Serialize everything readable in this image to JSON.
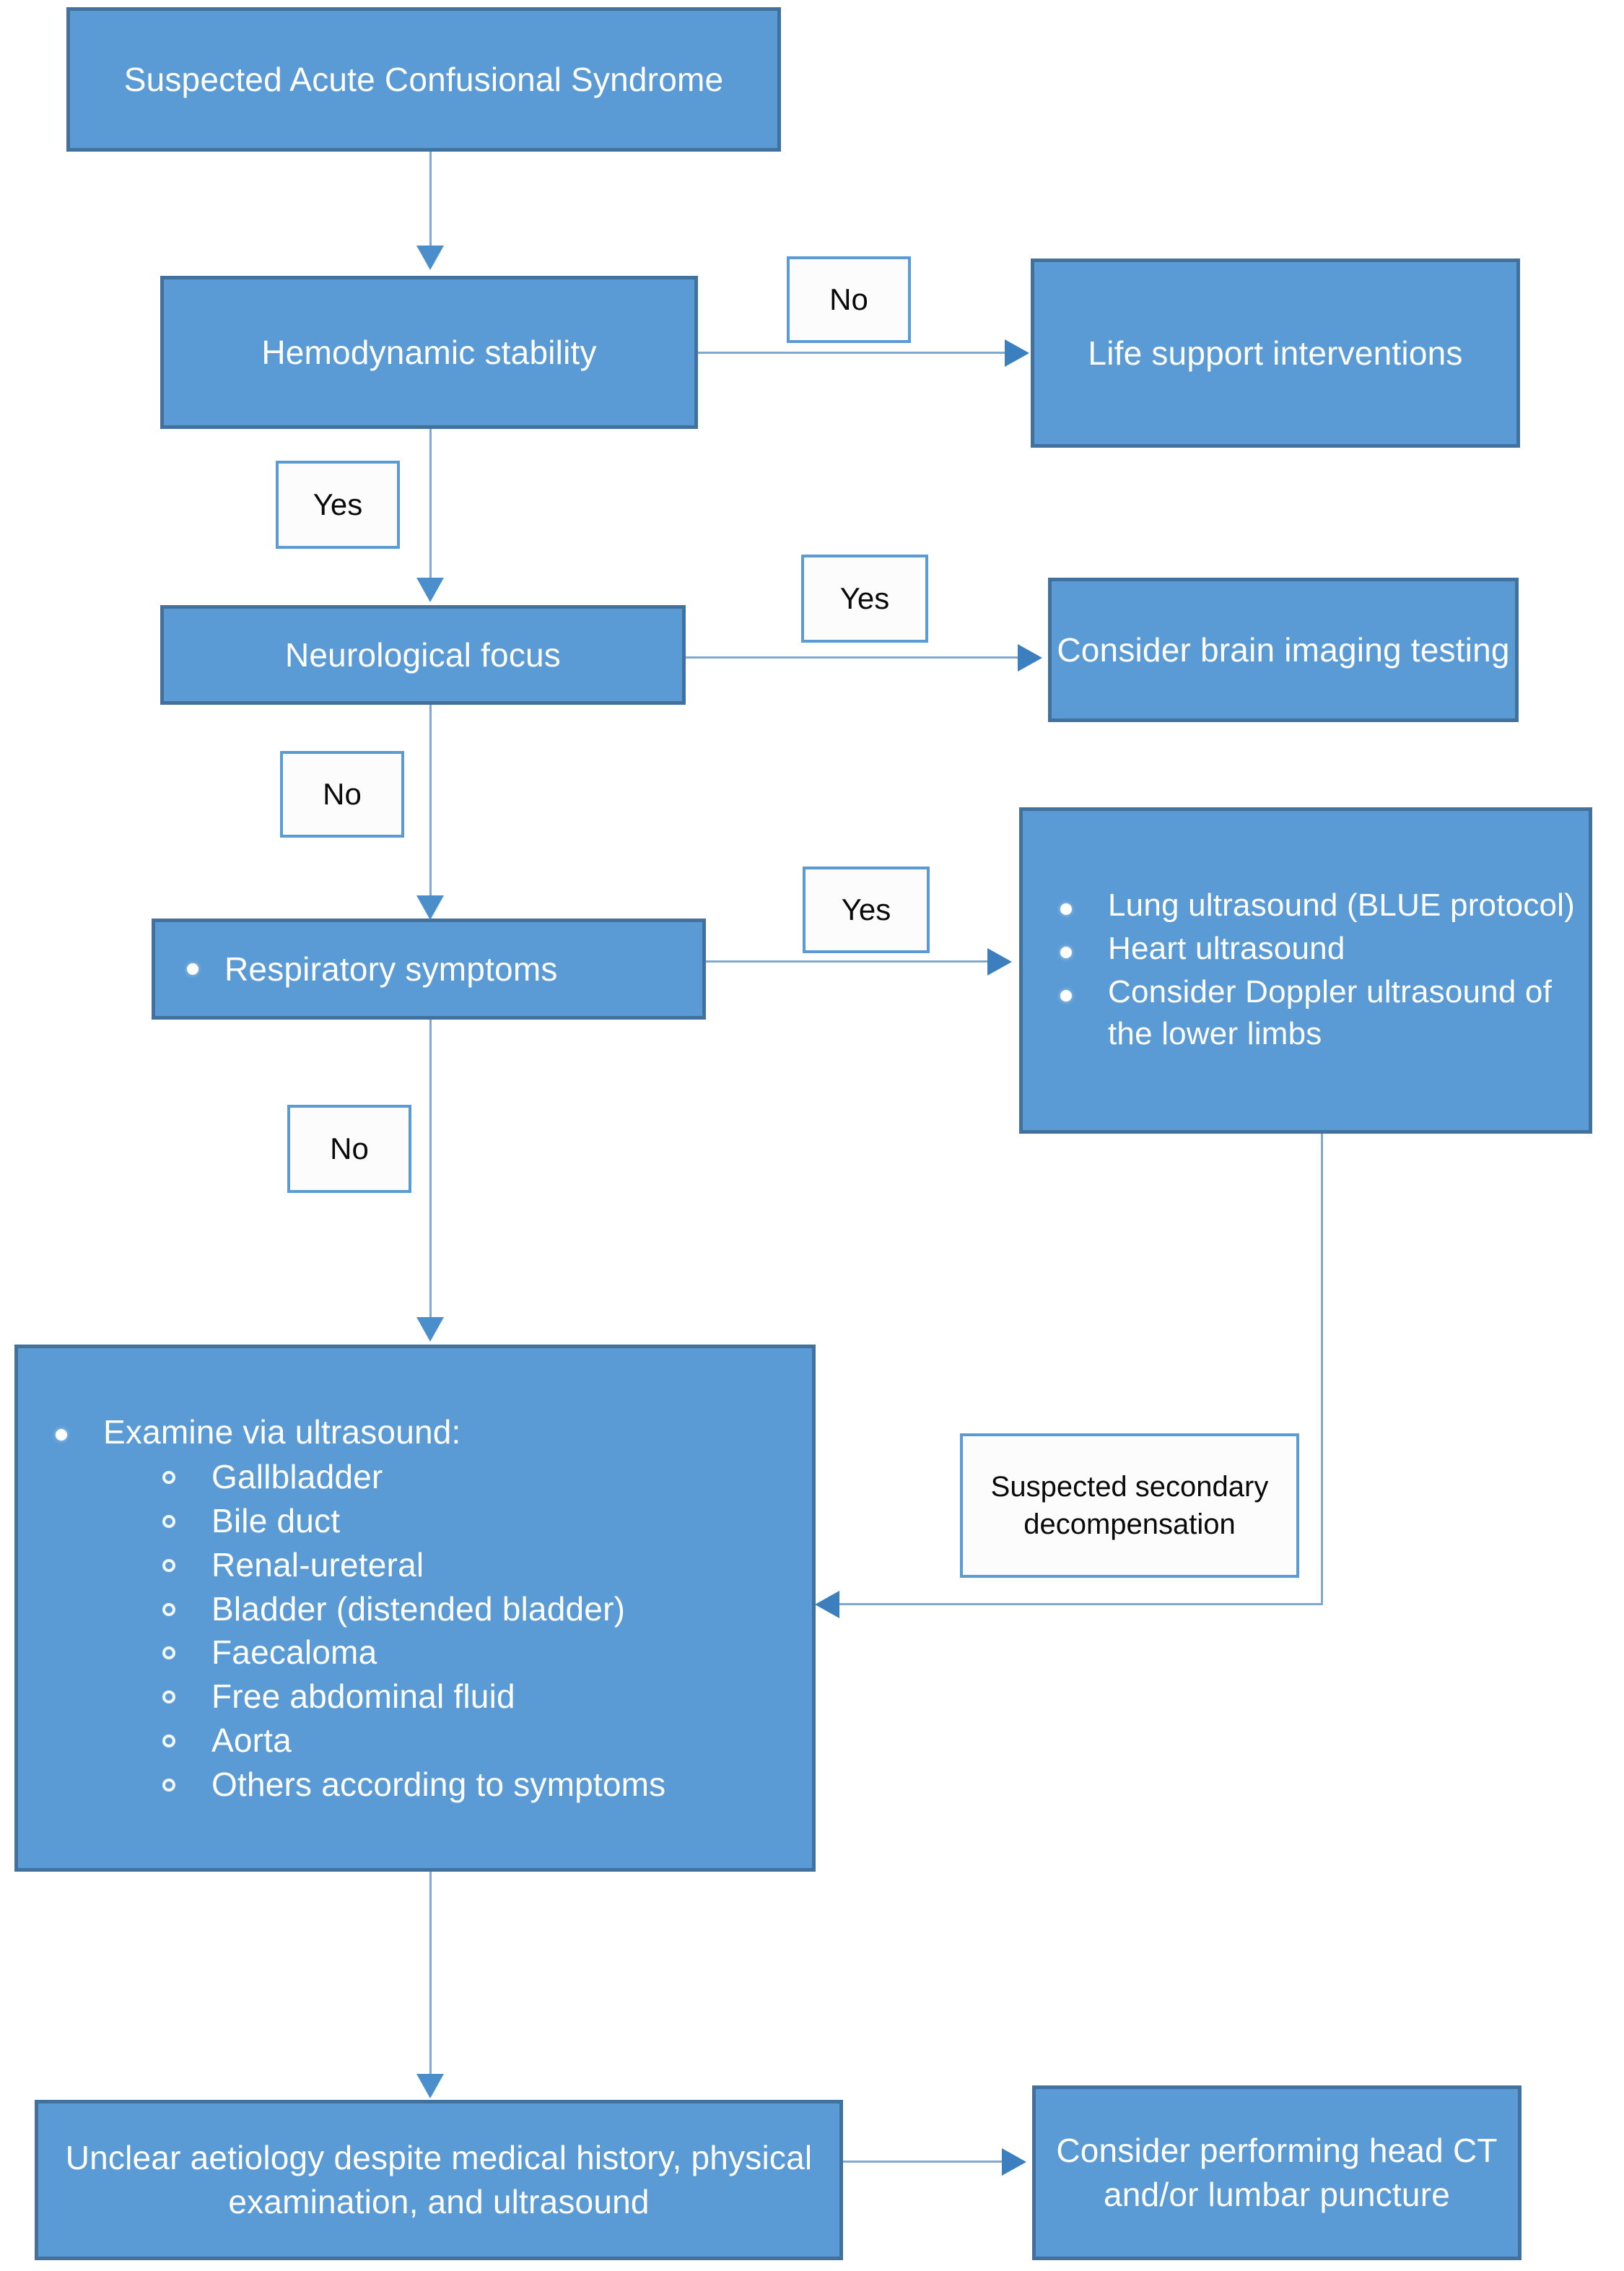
{
  "diagram": {
    "title": "Suspected Acute Confusional Syndrome diagnostic algorithm",
    "colors": {
      "box_fill": "#5B9BD5",
      "box_border": "#41719C",
      "box_text": "#FFFFFF",
      "label_fill": "#FCFCFC",
      "label_border": "#5B9BD5",
      "label_text": "#0A0A0A",
      "connector": "#7FA9CE",
      "arrowhead": "#3C7FBE",
      "background": "#FFFFFF"
    }
  },
  "nodes": {
    "start": {
      "text": "Suspected Acute Confusional Syndrome"
    },
    "hemodynamic": {
      "text": "Hemodynamic stability"
    },
    "life_support": {
      "text": "Life support interventions"
    },
    "neuro_focus": {
      "text": "Neurological focus"
    },
    "brain_imaging": {
      "text": "Consider brain imaging testing"
    },
    "respiratory": {
      "text": "Respiratory symptoms"
    },
    "thoracic_us": {
      "items": [
        "Lung ultrasound (BLUE protocol)",
        "Heart ultrasound",
        "Consider Doppler ultrasound of the lower limbs"
      ]
    },
    "abdominal_us": {
      "heading": "Examine via ultrasound:",
      "items": [
        "Gallbladder",
        "Bile duct",
        "Renal-ureteral",
        "Bladder (distended bladder)",
        "Faecaloma",
        "Free abdominal fluid",
        "Aorta",
        "Others according to symptoms"
      ]
    },
    "secondary_decomp": {
      "text": "Suspected secondary decompensation"
    },
    "unclear_aetiology": {
      "text": "Unclear aetiology despite medical history, physical examination, and ultrasound"
    },
    "head_ct": {
      "text": "Consider performing head CT and/or lumbar puncture"
    }
  },
  "edge_labels": {
    "hemo_no": "No",
    "hemo_yes": "Yes",
    "neuro_yes": "Yes",
    "neuro_no": "No",
    "resp_yes": "Yes",
    "resp_no": "No"
  }
}
